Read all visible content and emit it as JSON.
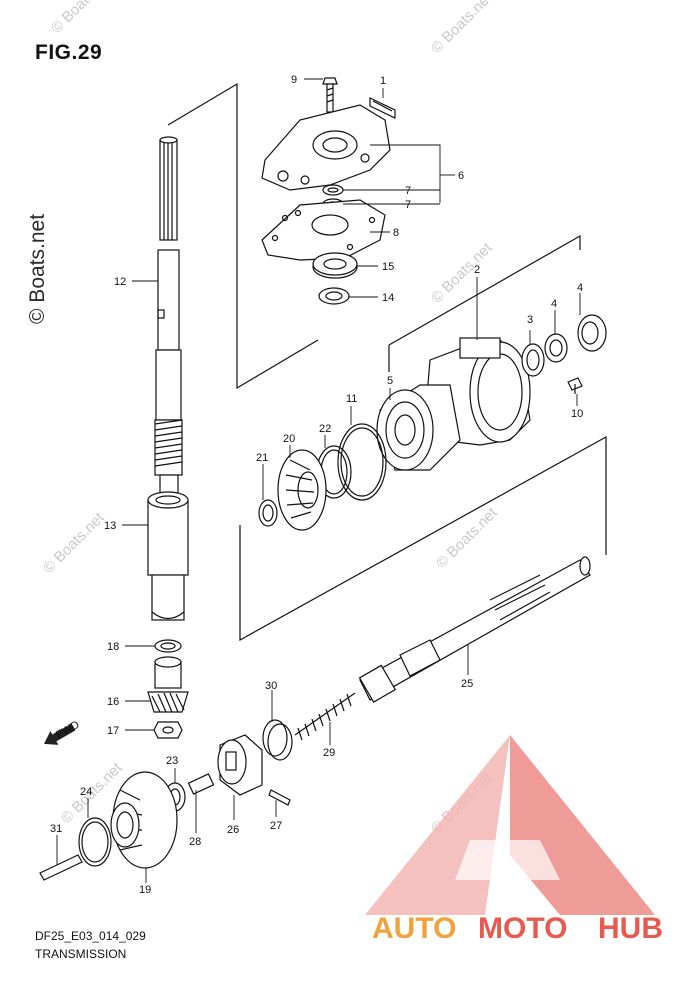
{
  "figure": {
    "title": "FIG.29",
    "code": "DF25_E03_014_029",
    "caption": "TRANSMISSION"
  },
  "watermark": {
    "site": "© Boats.net",
    "color": "#c9c9c9"
  },
  "logo": {
    "part1": "AUTO",
    "part2": "MOTO",
    "part3": "HUB",
    "colors": {
      "auto": "#f2a23c",
      "moto": "#e85a50",
      "hub": "#e85a50",
      "mark": "#ec8a86"
    }
  },
  "fwd_badge": "FWD",
  "callouts": {
    "p1": "1",
    "p2": "2",
    "p3": "3",
    "p4a": "4",
    "p4b": "4",
    "p5": "5",
    "p6": "6",
    "p7a": "7",
    "p7b": "7",
    "p8": "8",
    "p9": "9",
    "p10": "10",
    "p11": "11",
    "p12": "12",
    "p13": "13",
    "p14": "14",
    "p15": "15",
    "p16": "16",
    "p17": "17",
    "p18": "18",
    "p19": "19",
    "p20": "20",
    "p21": "21",
    "p22": "22",
    "p23": "23",
    "p24": "24",
    "p25": "25",
    "p26": "26",
    "p27": "27",
    "p28": "28",
    "p29": "29",
    "p30": "30",
    "p31": "31"
  }
}
